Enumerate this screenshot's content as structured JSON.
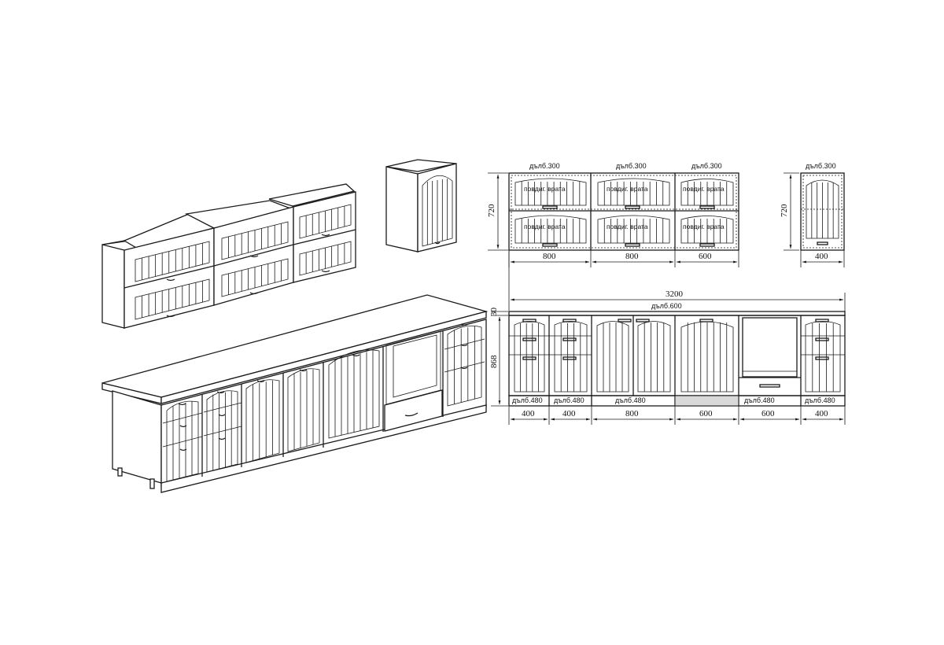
{
  "upper_row": {
    "depth_labels": [
      "дълб.300",
      "дълб.300",
      "дълб.300",
      "дълб.300"
    ],
    "door_labels": [
      "повдиг. врата",
      "повдиг. врата",
      "повдиг. врата",
      "повдиг. врата",
      "повдиг. врата",
      "повдиг. врата"
    ],
    "height_main": "720",
    "height_single": "720",
    "widths": [
      "800",
      "800",
      "600"
    ],
    "width_single": "400"
  },
  "lower_row": {
    "total_width": "3200",
    "total_depth": "дълб.600",
    "top_thickness": "30",
    "height": "868",
    "depth_labels": [
      "дълб.480",
      "дълб.480",
      "дълб.480",
      "дълб.480",
      "дълб.480"
    ],
    "widths": [
      "400",
      "400",
      "800",
      "600",
      "600",
      "400"
    ]
  }
}
